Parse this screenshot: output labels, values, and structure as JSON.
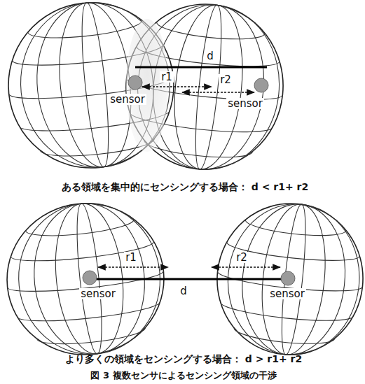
{
  "diagram": {
    "caption": "図 3 複数センサによるセンシング領域の干渉",
    "labels": [
      "d",
      "r1",
      "r2",
      "sensor",
      "sensor",
      "ある領域を集中的にセンシングする場合： d < r1+ r2",
      "r1",
      "r2",
      "d",
      "sensor",
      "sensor",
      "より多くの領域をセンシングする場合： d > r1+ r2"
    ]
  }
}
